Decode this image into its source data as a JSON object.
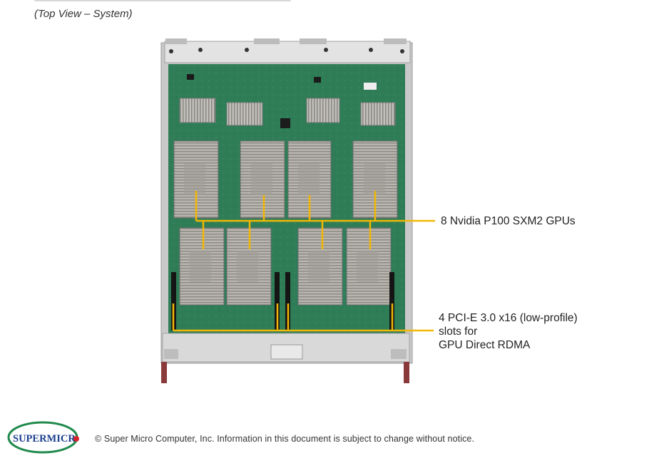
{
  "header": {
    "subtitle": "(Top View – System)"
  },
  "callouts": {
    "gpus": "8 Nvidia P100 SXM2 GPUs",
    "pcie": [
      "4 PCI-E 3.0 x16 (low-profile)",
      "slots for",
      "GPU Direct RDMA"
    ]
  },
  "footer": {
    "logo_text": "SUPERMICR",
    "copyright": "© Super Micro Computer, Inc. Information  in this document is subject to change without notice."
  },
  "colors": {
    "callout_line": "#f2b705",
    "board": "#2d7a55",
    "logo_green": "#1f8a4c",
    "logo_blue": "#1b3f8f",
    "logo_red": "#d8232a"
  }
}
